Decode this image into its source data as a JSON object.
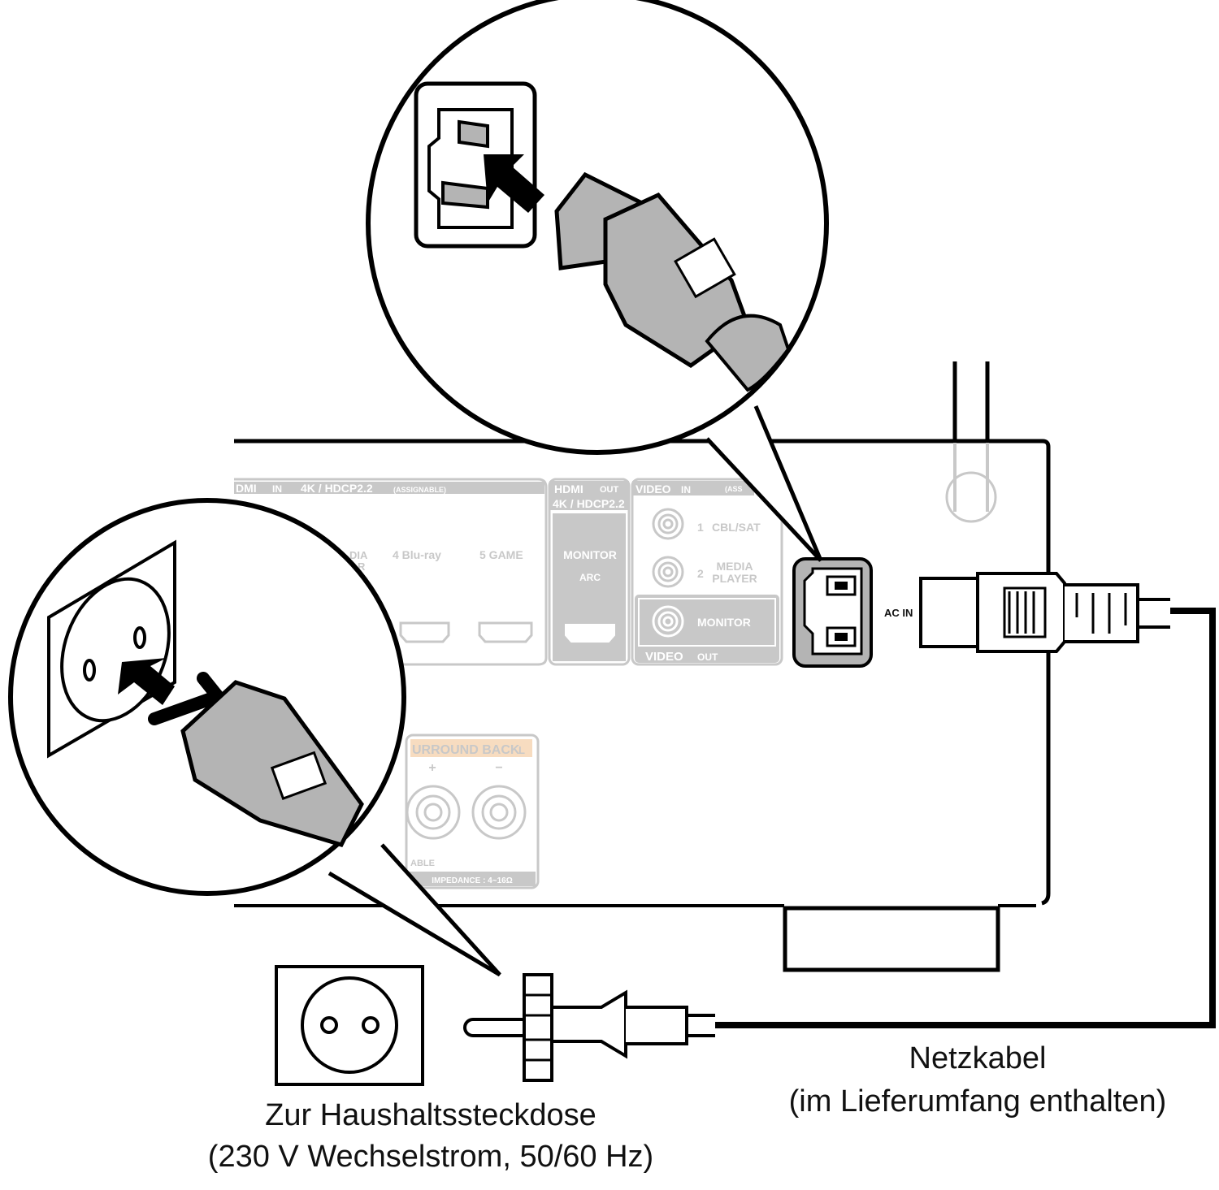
{
  "labels": {
    "outlet_line1": "Zur Haushaltssteckdose",
    "outlet_line2": "(230 V Wechselstrom, 50/60 Hz)",
    "cable_line1": "Netzkabel",
    "cable_line2": "(im Lieferumfang enthalten)",
    "ac_in": "AC IN"
  },
  "panel": {
    "hdmi_in_header": "DMI",
    "hdmi_in_badge": "IN",
    "hdmi_in_spec": "4K / HDCP2.2",
    "hdmi_in_assignable": "(ASSIGNABLE)",
    "hdmi_in_partial_1": "DIA",
    "hdmi_in_partial_2": "R",
    "hdmi_in_4": "4  Blu-ray",
    "hdmi_in_5": "5  GAME",
    "hdmi_out_header": "HDMI",
    "hdmi_out_badge": "OUT",
    "hdmi_out_spec": "4K / HDCP2.2",
    "hdmi_out_monitor": "MONITOR",
    "hdmi_out_arc": "ARC",
    "video_in_header": "VIDEO",
    "video_in_badge": "IN",
    "video_in_assignable": "(ASS",
    "video_in_1_num": "1",
    "video_in_1": "CBL/SAT",
    "video_in_2_num": "2",
    "video_in_2a": "MEDIA",
    "video_in_2b": "PLAYER",
    "video_out_monitor": "MONITOR",
    "video_out_header": "VIDEO",
    "video_out_badge": "OUT",
    "surround_back": "URROUND BACK",
    "surround_back_badge": "L",
    "assignable_partial": "ABLE",
    "impedance": "IMPEDANCE : 4~16Ω"
  },
  "colors": {
    "panel_gray": "#c8c8c8",
    "plug_gray": "#b4b4b4",
    "surround_highlight": "#f7dcc0"
  }
}
